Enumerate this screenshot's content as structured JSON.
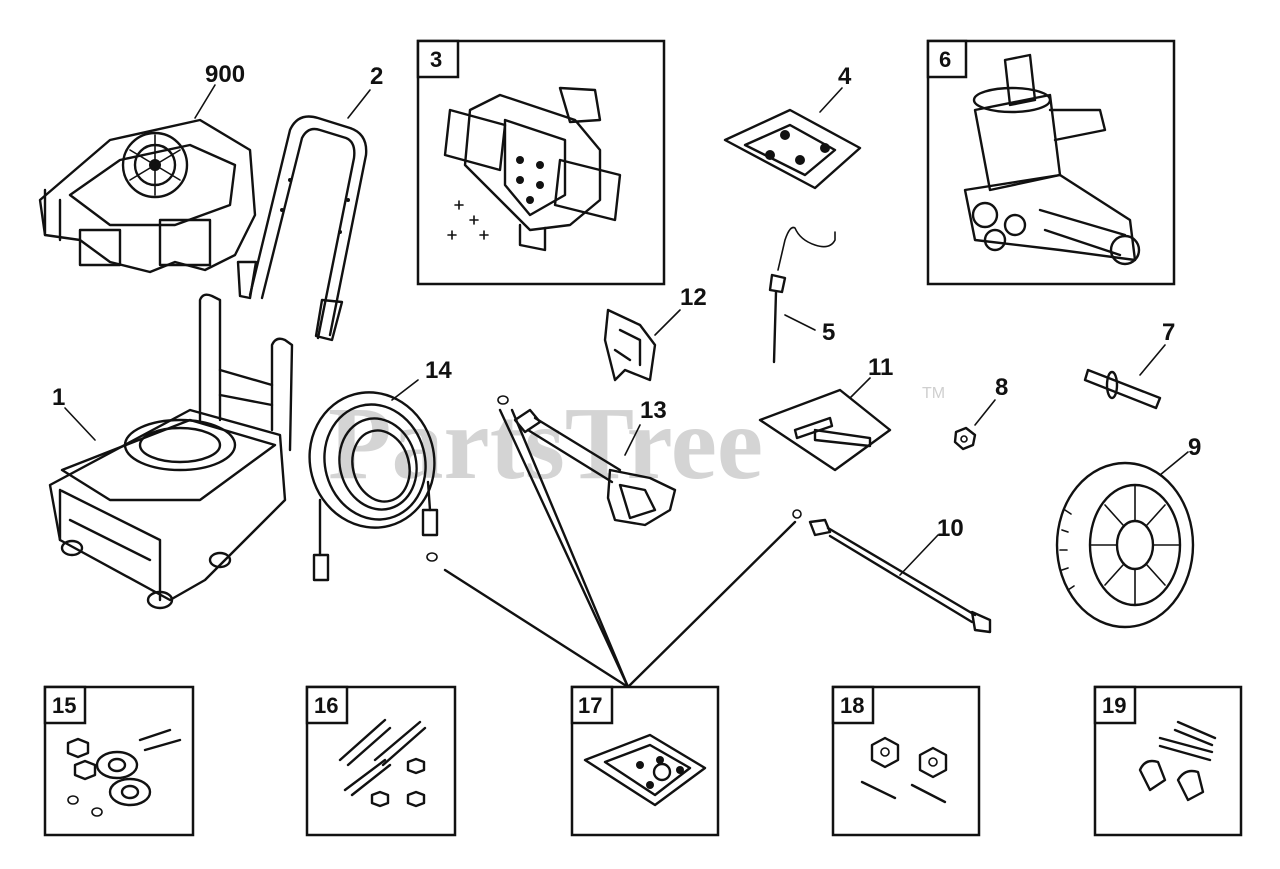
{
  "watermark": {
    "brand": "PartsTree",
    "trademark": "TM"
  },
  "callouts": [
    "900",
    "1",
    "2",
    "3",
    "4",
    "5",
    "6",
    "7",
    "8",
    "9",
    "10",
    "11",
    "12",
    "13",
    "14",
    "15",
    "16",
    "17",
    "18",
    "19"
  ],
  "parts": {
    "p900": "900",
    "p1": "1",
    "p2": "2",
    "p3": "3",
    "p4": "4",
    "p5": "5",
    "p6": "6",
    "p7": "7",
    "p8": "8",
    "p9": "9",
    "p10": "10",
    "p11": "11",
    "p12": "12",
    "p13": "13",
    "p14": "14",
    "p15": "15",
    "p16": "16",
    "p17": "17",
    "p18": "18",
    "p19": "19"
  }
}
